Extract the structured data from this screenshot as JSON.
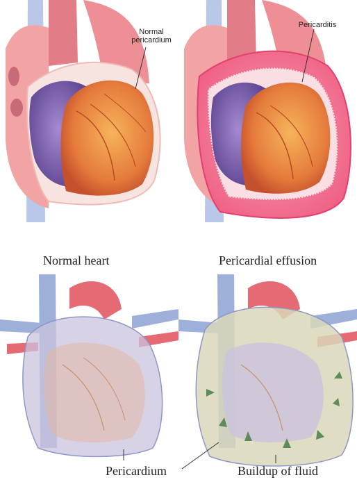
{
  "top_left": {
    "label_line1": "Normal",
    "label_line2": "pericardium"
  },
  "top_right": {
    "label": "Pericarditis"
  },
  "bottom_left": {
    "title": "Normal heart"
  },
  "bottom_right": {
    "title": "Pericardial effusion"
  },
  "bottom_labels": {
    "pericardium": "Pericardium",
    "buildup": "Buildup of fluid"
  },
  "colors": {
    "muscle": "#e88a3e",
    "atrium": "#8a6bb8",
    "vessel": "#e0707a",
    "vein": "#8fa6d6",
    "inflamed": "#f06d8e",
    "fluid": "#d8d6b4"
  }
}
